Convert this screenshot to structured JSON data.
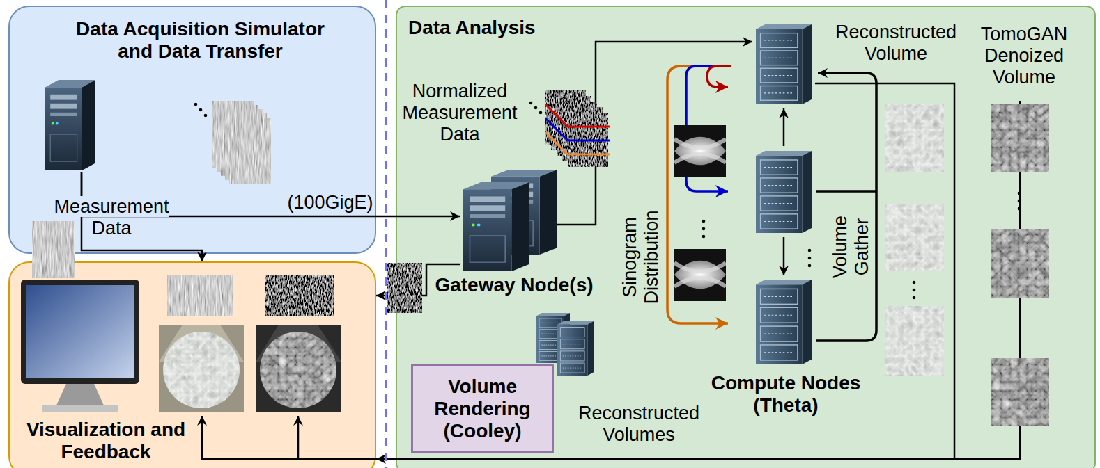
{
  "diagram": {
    "nodes": [
      {
        "text": [
          "Data Acquisition Simulator and Data Transfer"
        ]
      },
      {
        "text": [
          "Measurement Data"
        ],
        "in": 0
      },
      {
        "text": [
          "Data Analysis"
        ]
      },
      {
        "text": [
          "Gateway Node(s)"
        ],
        "in": 2
      },
      {
        "text": [
          "Compute Nodes (Theta)"
        ],
        "in": 2
      },
      {
        "text": [
          "Volume Rendering (Cooley)"
        ],
        "in": 2
      },
      {
        "text": [
          "Visualization and Feedback"
        ]
      }
    ],
    "edges": [
      {
        "from": 1,
        "to": 3,
        "arrow": "to",
        "label": "(100GigE)"
      },
      {
        "from": 1,
        "to": 6,
        "arrow": "to"
      },
      {
        "from": 3,
        "to": 6,
        "arrow": "to"
      },
      {
        "from": 3,
        "to": 4,
        "arrow": "to"
      },
      {
        "from": 4,
        "to": 6,
        "arrow": "to"
      }
    ],
    "labels": [
      "Normalized Measurement Data",
      "Sinogram Distribution",
      "Volume Gather",
      "Reconstructed Volume",
      "TomoGAN Denoized Volume",
      "Reconstructed Volumes"
    ]
  }
}
